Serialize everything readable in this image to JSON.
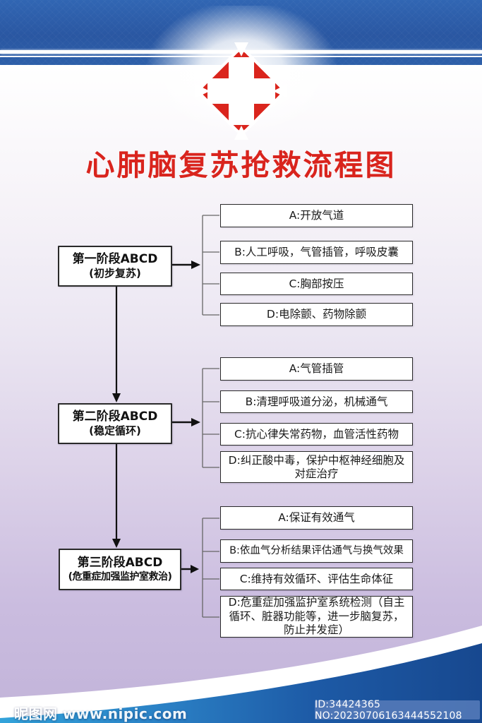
{
  "title": "心肺脑复苏抢救流程图",
  "logo": {
    "icon": "red-cross-hospital-logo"
  },
  "stages": [
    {
      "label": "第一阶段ABCD",
      "sublabel": "(初步复苏)",
      "items": [
        "A:开放气道",
        "B:人工呼吸，气管插管，呼吸皮囊",
        "C:胸部按压",
        "D:电除颤、药物除颤"
      ]
    },
    {
      "label": "第二阶段ABCD",
      "sublabel": "(稳定循环)",
      "items": [
        "A:气管插管",
        "B:清理呼吸道分泌，机械通气",
        "C:抗心律失常药物，血管活性药物",
        "D:纠正酸中毒，保护中枢神经细胞及对症治疗"
      ]
    },
    {
      "label": "第三阶段ABCD",
      "sublabel": "(危重症加强监护室救治)",
      "items": [
        "A:保证有效通气",
        "B:依血气分析结果评估通气与换气效果",
        "C:维持有效循环、评估生命体征",
        "D:危重症加强监护室系统检测（自主循环、脏器功能等，进一步脑复苏，防止并发症）"
      ]
    }
  ],
  "footer": {
    "watermark": "昵图网 www.nipic.com",
    "id_text": "ID:34424365 NO:20230706163444552108"
  },
  "colors": {
    "header_blue": "#2d5fa9",
    "title_red": "#d9241d",
    "logo_red": "#da251d",
    "footer_navy": "#17488f",
    "footer_cyan": "#33a3da",
    "background_lavender": "#c3b5da"
  }
}
